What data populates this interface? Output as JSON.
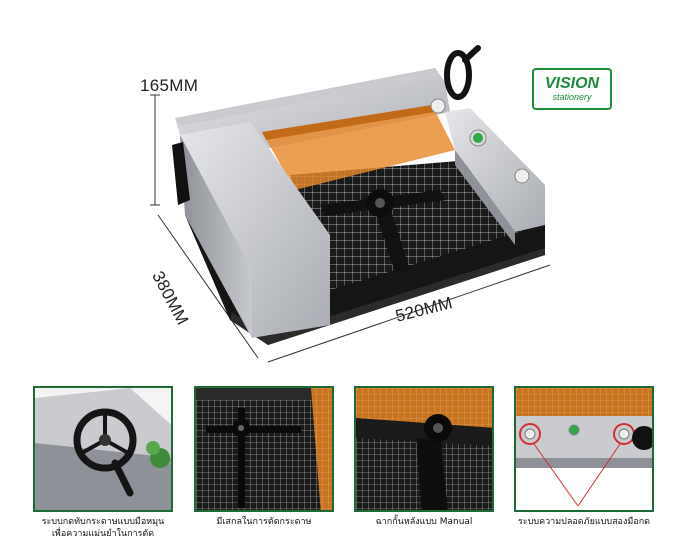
{
  "dimensions": {
    "height": "165MM",
    "depth": "380MM",
    "width": "520MM"
  },
  "logo": {
    "brand": "VISION",
    "sub": "stationery"
  },
  "colors": {
    "accent_green": "#1e8a3c",
    "frame_green": "#1e6b35",
    "highlight_red": "#d23030",
    "guard_orange": "#e8892c"
  },
  "features": [
    {
      "caption_line1": "ระบบกดทับกระดาษแบบมือหมุน",
      "caption_line2": "เพื่อความแม่นยำในการตัด",
      "icon": "hand-wheel-icon"
    },
    {
      "caption_line1": "มีเสกลในการตัดกระดาษ",
      "caption_line2": "",
      "icon": "cutting-grid-icon"
    },
    {
      "caption_line1": "ฉากกั้นหลังแบบ Manual",
      "caption_line2": "",
      "icon": "back-gauge-icon"
    },
    {
      "caption_line1": "ระบบความปลอดภัยแบบสองมือกด",
      "caption_line2": "",
      "icon": "two-hand-safety-icon"
    }
  ]
}
